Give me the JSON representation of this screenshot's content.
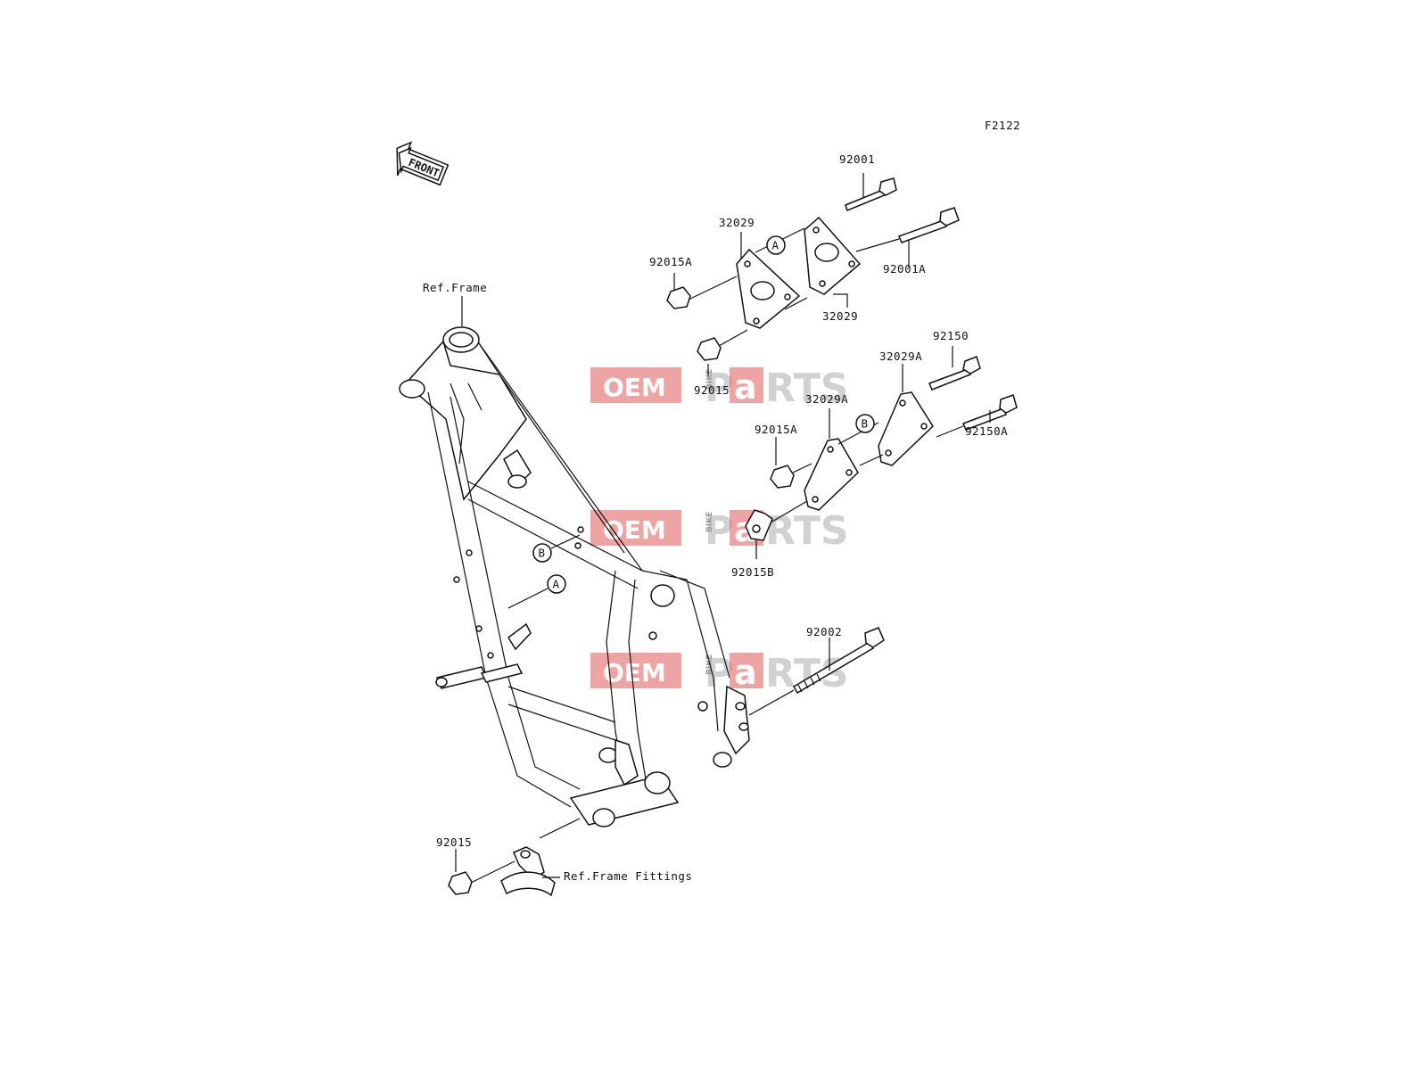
{
  "figure_code": "F2122",
  "front_label": "FRONT",
  "callouts": {
    "ref_frame": "Ref.Frame",
    "ref_frame_fittings": "Ref.Frame Fittings"
  },
  "parts": {
    "p92001": "92001",
    "p92001A": "92001A",
    "p32029_top": "32029",
    "p32029_right": "32029",
    "p92015A_top": "92015A",
    "p92015_top": "92015",
    "p92150": "92150",
    "p32029A_right": "32029A",
    "p32029A_left": "32029A",
    "p92015A_mid": "92015A",
    "p92150A": "92150A",
    "p92015B": "92015B",
    "p92002": "92002",
    "p92015_bottom": "92015"
  },
  "markers": {
    "a_top": "A",
    "b_mid": "B",
    "a_frame": "A",
    "b_frame": "B"
  },
  "watermark": {
    "brand_left": "OEM",
    "brand_small": "BIKE",
    "brand_right_p": "P",
    "brand_right_a": "a",
    "brand_right_rts": "RTS"
  }
}
